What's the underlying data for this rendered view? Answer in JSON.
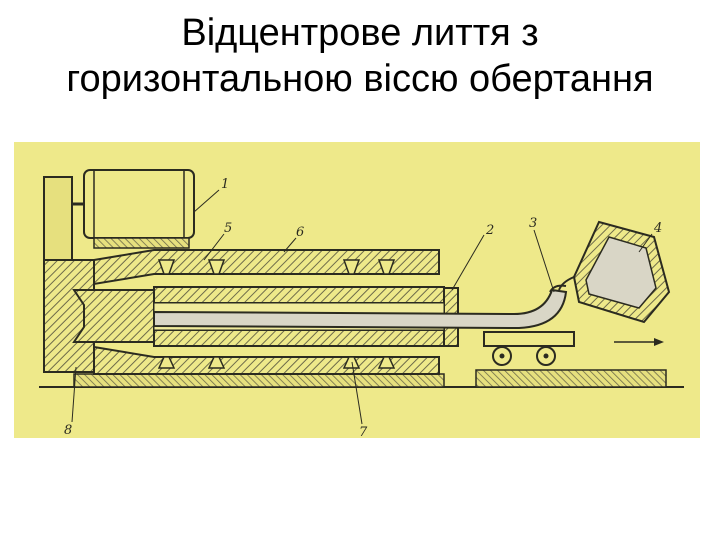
{
  "slide": {
    "title_line1": "Відцентрове лиття з",
    "title_line2": "горизонтальною віссю обертання"
  },
  "diagram": {
    "labels": [
      "1",
      "2",
      "3",
      "4",
      "5",
      "6",
      "7",
      "8"
    ],
    "colors": {
      "paper": "#eee98a",
      "ink": "#2b2b20",
      "hatch": "#6d6b4a",
      "metal": "#d9d6c6"
    }
  }
}
